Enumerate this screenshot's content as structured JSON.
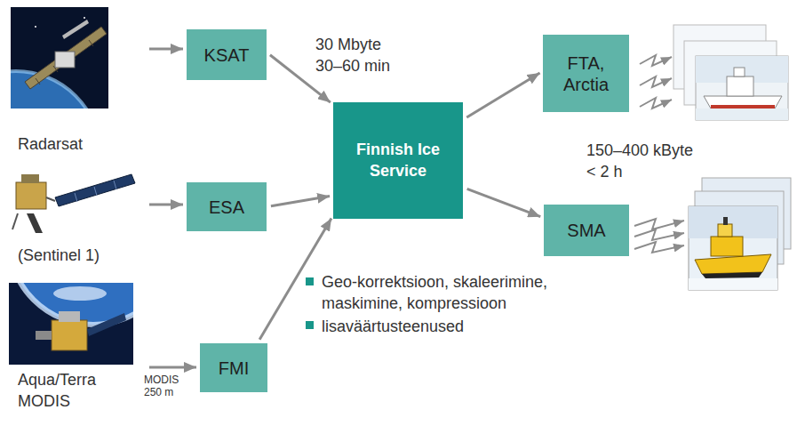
{
  "diagram": {
    "nodes": [
      {
        "text": [
          "Radarsat"
        ]
      },
      {
        "text": [
          "(Sentinel 1)"
        ]
      },
      {
        "text": [
          "Aqua/Terra MODIS"
        ]
      },
      {
        "text": [
          "KSAT"
        ]
      },
      {
        "text": [
          "ESA"
        ]
      },
      {
        "text": [
          "FMI"
        ]
      },
      {
        "text": [
          "Finnish Ice Service"
        ]
      },
      {
        "text": [
          "FTA, Arctia"
        ]
      },
      {
        "text": [
          "SMA"
        ]
      }
    ],
    "edges": [
      {
        "from": 0,
        "to": 3,
        "arrow": "to"
      },
      {
        "from": 1,
        "to": 4,
        "arrow": "to"
      },
      {
        "from": 2,
        "to": 5,
        "label": "MODIS 250 m",
        "arrow": "to"
      },
      {
        "from": 3,
        "to": 6,
        "arrow": "to"
      },
      {
        "from": 4,
        "to": 6,
        "arrow": "to"
      },
      {
        "from": 5,
        "to": 6,
        "arrow": "to"
      },
      {
        "from": 6,
        "to": 7,
        "arrow": "to"
      },
      {
        "from": 6,
        "to": 8,
        "arrow": "to"
      }
    ],
    "labels": [
      "30 Mbyte",
      "30–60 min",
      "150–400 kByte",
      "< 2 h",
      "Geo-korrektsioon, skaleerimine, maskimine, kompressioon",
      "lisaväärtusteenused"
    ]
  }
}
